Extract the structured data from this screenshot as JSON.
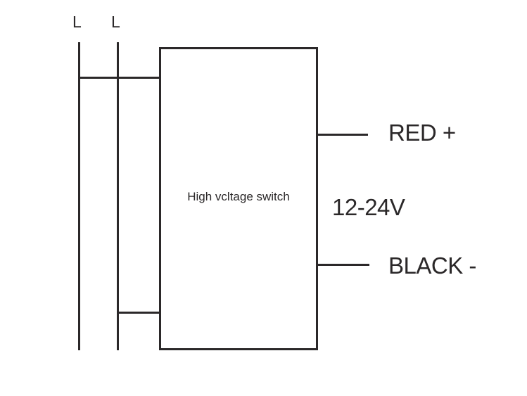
{
  "colors": {
    "ink": "#2B2829",
    "background": "#FFFFFF"
  },
  "diagram": {
    "input_terminals": [
      {
        "label": "L"
      },
      {
        "label": "L"
      }
    ],
    "switch_box": {
      "label": "High vcltage switch"
    },
    "output": {
      "positive_label": "RED +",
      "voltage_label": "12-24V",
      "negative_label": "BLACK -"
    }
  }
}
